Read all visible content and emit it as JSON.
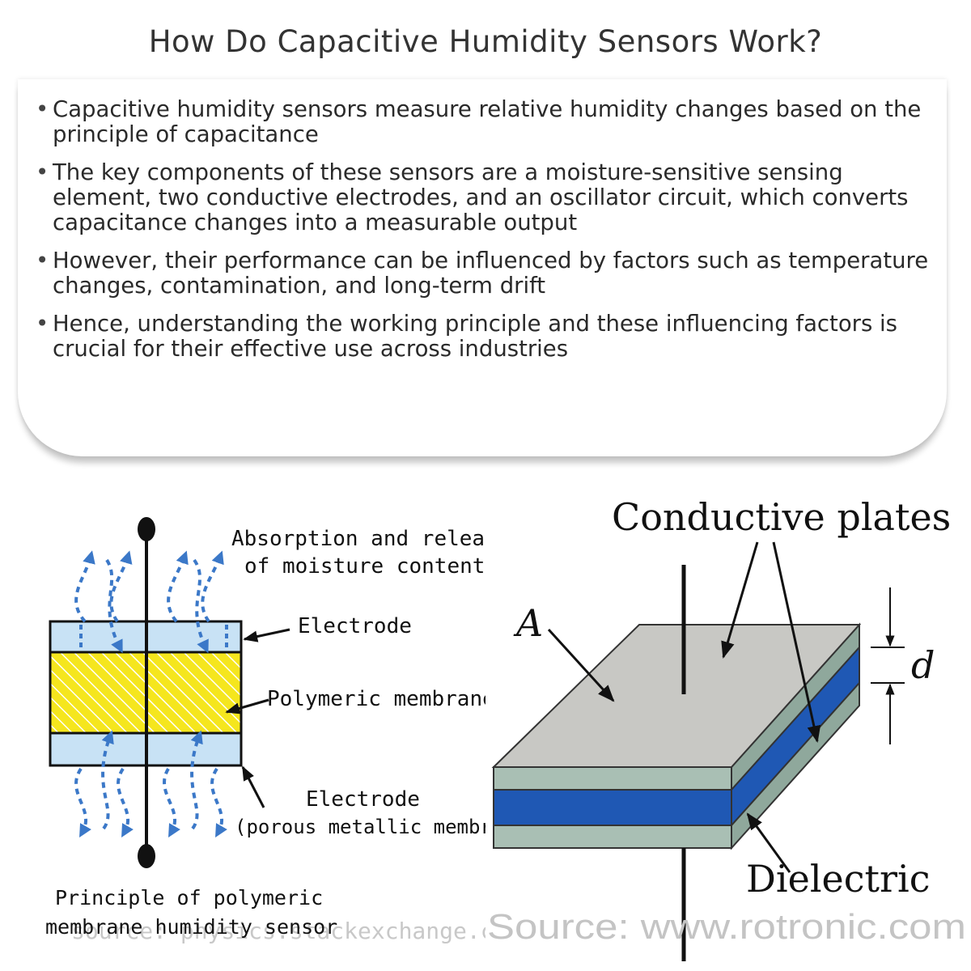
{
  "title": "How Do Capacitive Humidity Sensors Work?",
  "bullets": [
    "Capacitive humidity sensors measure relative humidity changes based on the principle of capacitance",
    "The key components of these sensors are a moisture-sensitive sensing element, two conductive electrodes, and an oscillator circuit, which converts capacitance changes into a measurable output",
    "However, their performance can be influenced by factors such as temperature changes, contamination, and long-term drift",
    "Hence, understanding the working principle and these influencing factors is crucial for their effective use across industries"
  ],
  "left_diagram": {
    "label_absorption_1": "Absorption and release",
    "label_absorption_2": "of moisture content",
    "label_electrode_top": "Electrode",
    "label_membrane": "Polymeric membrane",
    "label_electrode_bottom_1": "Electrode",
    "label_electrode_bottom_2": "(porous metallic membrane)",
    "caption_1": "Principle of polymeric",
    "caption_2": "membrane humidity sensor",
    "source": "source: physics.stackexchange.com",
    "colors": {
      "electrode": "#c8e2f5",
      "membrane": "#f5e61e",
      "arrow": "#3b78c8"
    }
  },
  "right_diagram": {
    "label_plates": "Conductive plates",
    "label_area": "A",
    "label_distance": "d",
    "label_dielectric": "Dielectric",
    "source": "Source: www.rotronic.com",
    "colors": {
      "plate_top": "#c8c8c4",
      "plate_side": "#a9bfb4",
      "dielectric": "#1f58b4"
    }
  }
}
